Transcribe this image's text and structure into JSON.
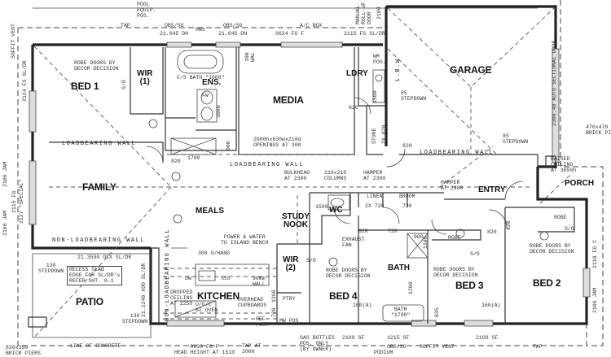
{
  "plan": {
    "rooms": {
      "bed1": "BED 1",
      "wir1": "WIR\n(1)",
      "ens": "ENS.",
      "media": "MEDIA",
      "ldry": "LDRY",
      "garage": "GARAGE",
      "family": "FAMILY",
      "meals": "MEALS",
      "study_nook": "STUDY\nNOOK",
      "wc": "WC",
      "entry": "ENTRY",
      "porch": "PORCH",
      "wir2": "WIR\n(2)",
      "kitchen": "KITCHEN",
      "bed4": "BED 4",
      "bath": "BATH",
      "bed3": "BED 3",
      "bed2": "BED 2",
      "patio": "PATIO"
    },
    "walls": {
      "loadbearing_top": "LOADBEARING WALL",
      "loadbearing_mid": "LOADBEARING WALL",
      "loadbearing_garage": "LOADBEARING WALL",
      "non_loadbearing_family": "NON-LOADBEARING WALL",
      "non_loadbearing_vertical": "NON-LOADBEARING WALL",
      "lbw": "L.B.W"
    },
    "annotations": {
      "pool_equip": "POOL\nEQUIP.\nPOS.",
      "tap_top": "TAP",
      "obs_sg_1": "OBS/SG",
      "obs_sg_2": "OBS/SG",
      "dh_1": "21.045 DH",
      "dh_2": "21.045 DH",
      "hws": "HWS",
      "ac_box": "A/C BOX",
      "fgf": "0624 FG F",
      "fs_sl": "2115 FS SL/DR",
      "manual_rollup": "MANUAL\nROLL-UP\nDOOR",
      "d2109": "2109",
      "soffit_vent_left": "SOFFIT VENT",
      "fs_sl_left": "2124 FS SL/DR",
      "robe_doors_bed1": "ROBE DOORS BY\nDECOR DECISION",
      "so_bed1": "S/O",
      "fs_bath": "F/S BATH \"1600\"",
      "wall_100": "100\nWAL",
      "fw": "FW",
      "d1000": "1000",
      "d1700": "1700",
      "d900": "900",
      "d820_ens": "820",
      "d820_bed1": "820",
      "d820_ldry": "820",
      "d820_store": "820",
      "openings": "2000hx630wx210d\nOPENINGS AT 300",
      "bulkhead": "BULKHEAD\nAT 2300",
      "columns": "210x210\nCOLUMNS",
      "hamper_1": "HAMPER\nAT 2300",
      "hamper_2": "HAMPER\nAT 2300",
      "wm_pos": "WM\nPOS.",
      "d1500_ldry": "1500",
      "store": "STORE",
      "store_2x820": "2X 820",
      "stepdown_85_1": "85\nSTEPDOWN",
      "stepdown_85_2": "85\nSTEPDOWN",
      "raised_ceiling": "RAISED\nCEILING\nAT 3050h",
      "brick_pier": "470x470\nBRICK PI",
      "auto_sectional": "2300.48 AUTO SECTIONAL DOOR",
      "linen": "LINEN",
      "broom": "BROOM",
      "d2x720": "2X 720",
      "d720_broom": "720",
      "d1500_wc": "1500",
      "d720_wc": "720",
      "d820_wc": "820",
      "d720_bath": "720",
      "exhaust_fan": "EXHAUST\nFAN",
      "robe_doors_bed4": "ROBE DOORS BY\nDECOR DECISION",
      "robe_doors_bed3": "ROBE DOORS BY\nDECOR DECISION",
      "robe_doors_bed2": "ROBE DOORS BY\nDECOR DECISION",
      "robe_bed3": "ROBE",
      "robe_bed2": "ROBE",
      "so_bed3": "S/O",
      "so_bed2": "S/O",
      "so_wir2": "S/O",
      "d900_bath": "900",
      "d1100": "1100",
      "d1200": "1200",
      "bath_1700": "BATH\n\"1700\"",
      "d835": "835",
      "d160_bed4": "160(A)",
      "d160_bed3": "160(A)",
      "d820_entry": "820",
      "d820_bed3": "820",
      "power_water": "POWER & WATER\nTO ISLAND BENCH",
      "overhang": "300 O/HANG",
      "dw": "DW",
      "sss": "SSS",
      "wall_90": "90mm\nWALL",
      "dropped_ceiling": "DROPPED\nCEILING\nAT 2250",
      "uo_oven": "U/O/C\nBI OVEN",
      "overhead_cupboards": "OVERHEAD\nCUPBOARDS",
      "ref_pos": "REF\nPOS.",
      "ptry": "PTRY",
      "mw_pos": "MW POS",
      "d720_ptry": "720",
      "d1360_ptry": "1360",
      "fg_f": "0630 FG F\nHEAD HEIGHT AT 1510",
      "tap_2000": "TAP AT\n2000",
      "gas_bottles": "GAS BOTTLES\nPOS. ONLY\n(BY OWNER)",
      "sf_2109_1": "2109 SF",
      "sf_1215": "1215 SF",
      "obs_sg_3": "OBS/SG",
      "soffit_vent_bottom": "SOFFIT VENT",
      "sf_2109_2": "2109 SF",
      "tap_bottom": "TAP",
      "podium": "PODIUM",
      "line_concrete": "LINE OF CONCRETE",
      "brick_piers": "830x350\nBRICK PIERS",
      "stepdown_130_1": "130\nSTEPDOWN",
      "stepdown_130_2": "130\nSTEPDOWN",
      "recess_slab": "RECESS SLAB\nEDGE FOR SL/DR's\nREFER SHT. 8-1",
      "xoo_sl": "21.3590 OXX SL/DR",
      "xoo_sl_vert": "21.1240 XOO SL/DR",
      "left_jamb": "2106 JAM",
      "left_fg": "2115 FG",
      "left_special": "2127 \"SPECIAL\"",
      "left_jamb2": "2106 JAM",
      "right_fg": "2118 FG C",
      "right_jamb": "2106 JAM",
      "smoke": "S"
    }
  }
}
